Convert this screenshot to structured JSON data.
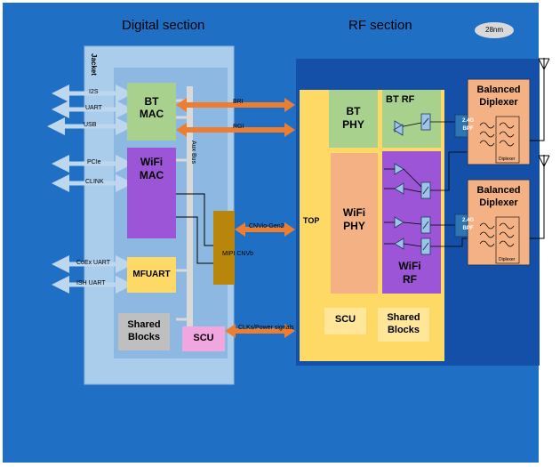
{
  "titles": {
    "digital": "Digital section",
    "rf": "RF section",
    "process": "28nm"
  },
  "digital": {
    "jacket": "Jacket",
    "aux_bus": "Aux Bus",
    "bt_mac": "BT\nMAC",
    "wifi_mac": "WiFi\nMAC",
    "mfuart": "MFUART",
    "shared_blocks": "Shared\nBlocks",
    "scu": "SCU",
    "mipi": "MIPI CNVb",
    "interfaces": [
      "I2S",
      "UART",
      "USB",
      "PCIe",
      "CLINK",
      "CoEx UART",
      "ISH UART"
    ]
  },
  "links": {
    "bri": "BRI",
    "rgi": "RGI",
    "cnvio": "CNVio-Gen2",
    "clks": "CLKs/Power signals"
  },
  "rf": {
    "top": "TOP",
    "bt_phy": "BT\nPHY",
    "bt_rf": "BT RF",
    "wifi_phy": "WiFi\nPHY",
    "wifi_rf": "WiFi\nRF",
    "scu": "SCU",
    "shared_blocks": "Shared\nBlocks",
    "diplexer_title": "Balanced\nDiplexer",
    "diplexer_label": "Diplexer",
    "bpf": "2.4G\nBPF"
  },
  "colors": {
    "background": "#1F6FC5",
    "jacket": "#A9CDEB",
    "digital_core": "#8DB8E2",
    "rf_outer": "#1450A8",
    "rf_top": "#FFD966",
    "bt": "#A9D18E",
    "wifi": "#F4B183",
    "wifi_rf": "#9C55D6",
    "mfuart": "#FFD966",
    "shared": "#BFBFBF",
    "scu_digital": "#F2A6E0",
    "mipi": "#B8860B",
    "link_arrow": "#ED7D31",
    "io_arrow": "#BDD7EE",
    "bpf": "#2E75B6"
  }
}
